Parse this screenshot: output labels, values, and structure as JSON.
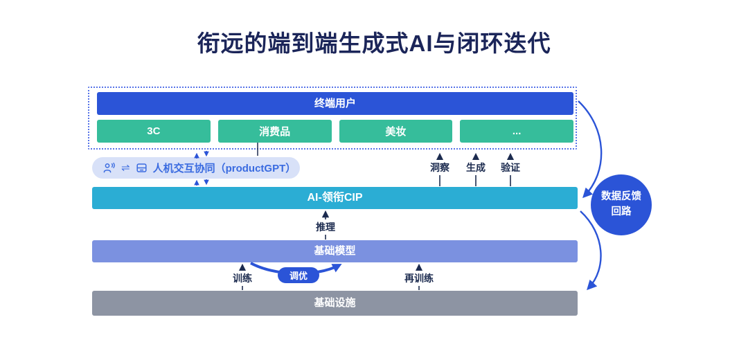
{
  "title": "衔远的端到端生成式AI与闭环迭代",
  "top_box": {
    "end_user": "终端用户",
    "categories": [
      "3C",
      "消费品",
      "美妆",
      "..."
    ]
  },
  "pill": {
    "label": "人机交互协同（productGPT）",
    "exchange_glyph": "⇌"
  },
  "layers": {
    "cip": "AI-领衔CIP",
    "foundation": "基础模型",
    "infrastructure": "基础设施"
  },
  "flow_labels": {
    "insight": "洞察",
    "generate": "生成",
    "verify": "验证",
    "inference": "推理",
    "train": "训练",
    "tune": "调优",
    "retrain": "再训练"
  },
  "feedback_circle": {
    "line1": "数据反馈",
    "line2": "回路"
  },
  "colors": {
    "primary_blue": "#2B54D7",
    "green": "#36BD9B",
    "teal": "#2BADD4",
    "periwinkle": "#7B91E0",
    "gray": "#8D94A3",
    "pill_bg": "#D8E1F8",
    "pill_text": "#3A6BE0",
    "navy": "#1C2B4F",
    "title_navy": "#1B2559",
    "dotted_border": "#5673E8"
  }
}
